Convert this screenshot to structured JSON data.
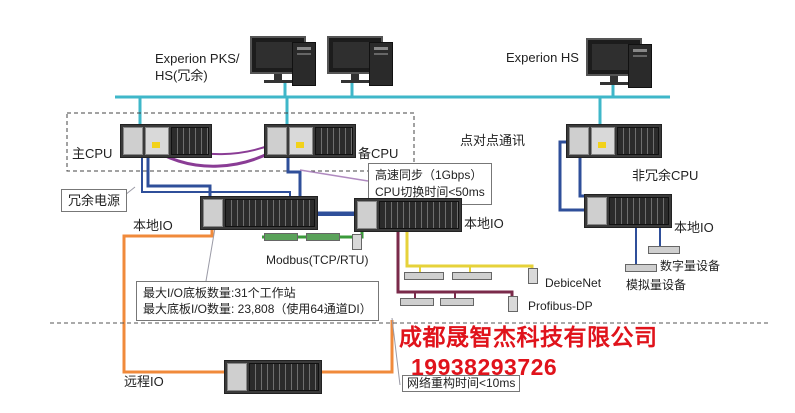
{
  "labels": {
    "pks_station": "Experion PKS/\nHS(冗余)",
    "hs_station": "Experion HS",
    "main_cpu": "主CPU",
    "standby_cpu": "备CPU",
    "p2p_comm": "点对点通讯",
    "non_redundant_cpu": "非冗余CPU",
    "redundant_power": "冗余电源",
    "local_io_left": "本地IO",
    "local_io_center": "本地IO",
    "local_io_right": "本地IO",
    "modbus": "Modbus(TCP/RTU)",
    "devicenet": "DebiceNet",
    "profibus": "Profibus-DP",
    "digital_device": "数字量设备",
    "analog_device": "模拟量设备",
    "remote_io": "远程IO",
    "network_restructure": "网络重构时间<10ms"
  },
  "sync_box": {
    "line1": "高速同步（1Gbps）",
    "line2": "CPU切换时间<50ms"
  },
  "io_box": {
    "line1": "最大I/O底板数量:31个工作站",
    "line2": "最大底板I/O数量:  23,808（使用64通道DI）"
  },
  "company": {
    "name": "成都晟智杰科技有限公司",
    "phone": "19938293726"
  },
  "colors": {
    "control_network": "#3fb7c9",
    "io_network": "#2f4f9a",
    "sync_link": "#8a3c95",
    "remote_link": "#f08a3b",
    "modbus_link": "#3a9a3a",
    "devicenet_link": "#e6d23a",
    "profibus_link": "#7a2a4a",
    "annotation_line": "#9a9aa6",
    "company_text": "#e0131b"
  }
}
